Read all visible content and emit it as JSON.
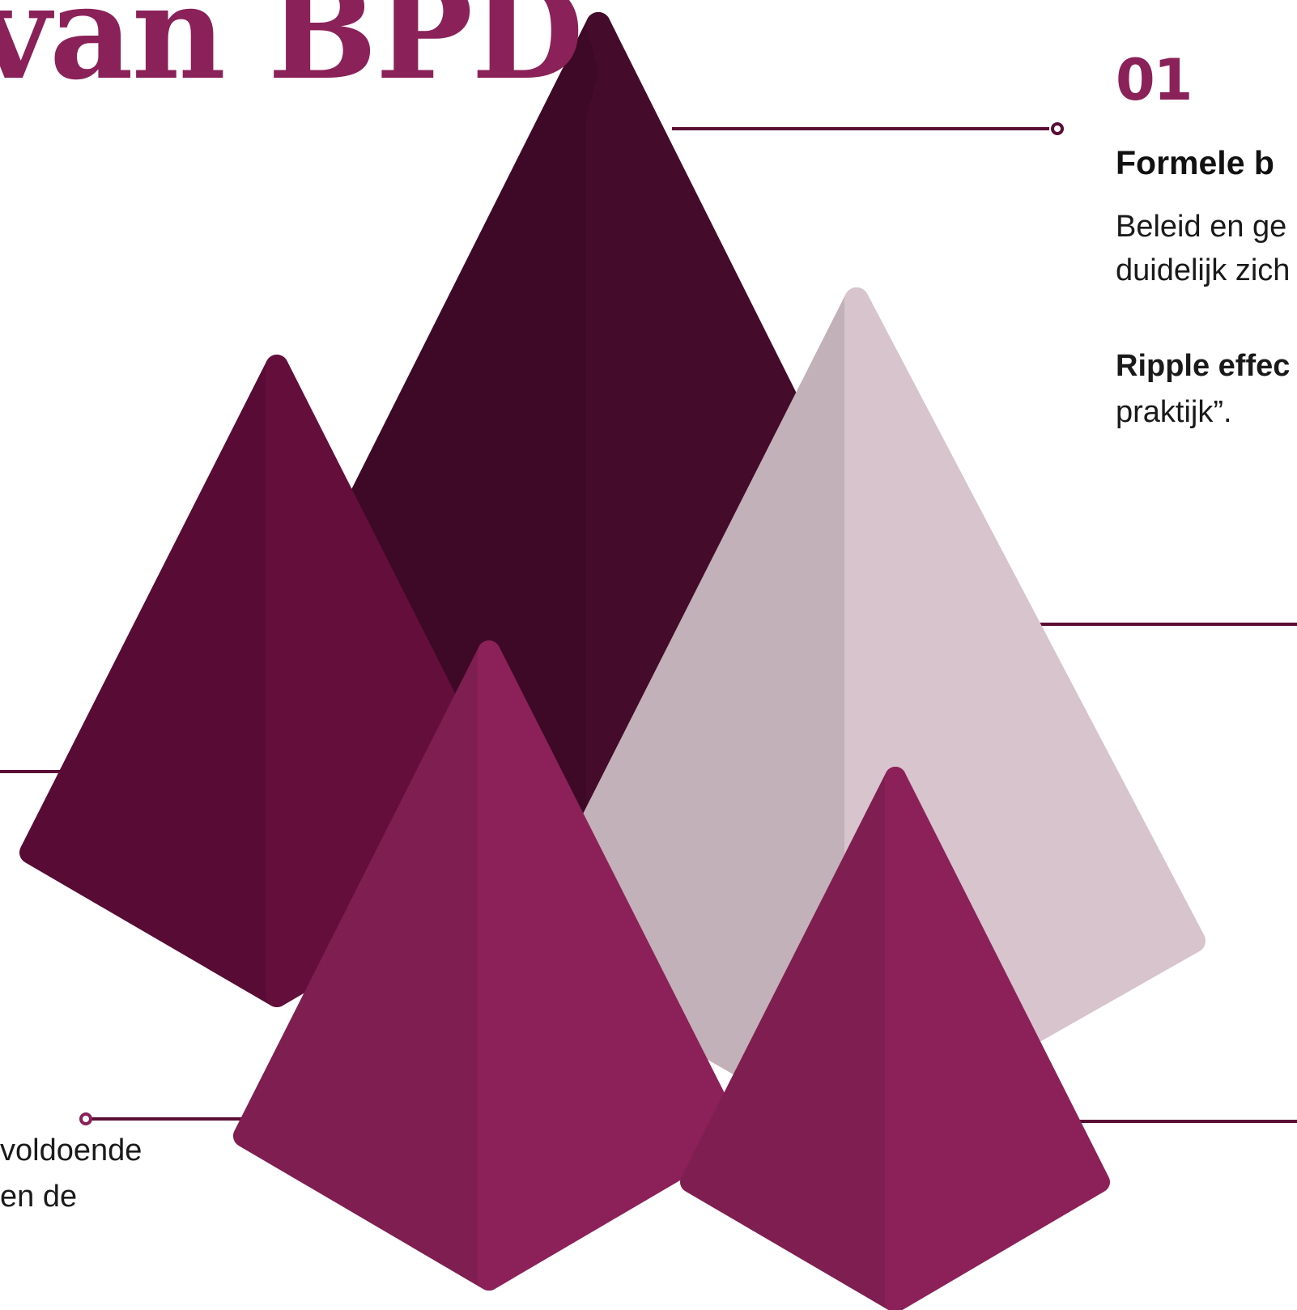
{
  "header": {
    "title_fragment": "van BPD"
  },
  "step": {
    "number": "01",
    "heading_fragment": "Formele b",
    "body_lines": [
      "Beleid en ge",
      "duidelijk zich"
    ],
    "ripple_label": "Ripple effec",
    "ripple_tail": "praktijk”."
  },
  "left_snippet": {
    "lines": [
      "voldoende",
      "en de"
    ]
  },
  "colors": {
    "brand": "#8b2159",
    "pyramid_dark": "#3f0a27",
    "pyramid_mid": "#5a0d35",
    "pyramid_pale": "#c4b1b9",
    "pyramid_bright": "#8b2159",
    "connector": "#5a0d35"
  },
  "icons": [
    "connector-node-icon"
  ]
}
